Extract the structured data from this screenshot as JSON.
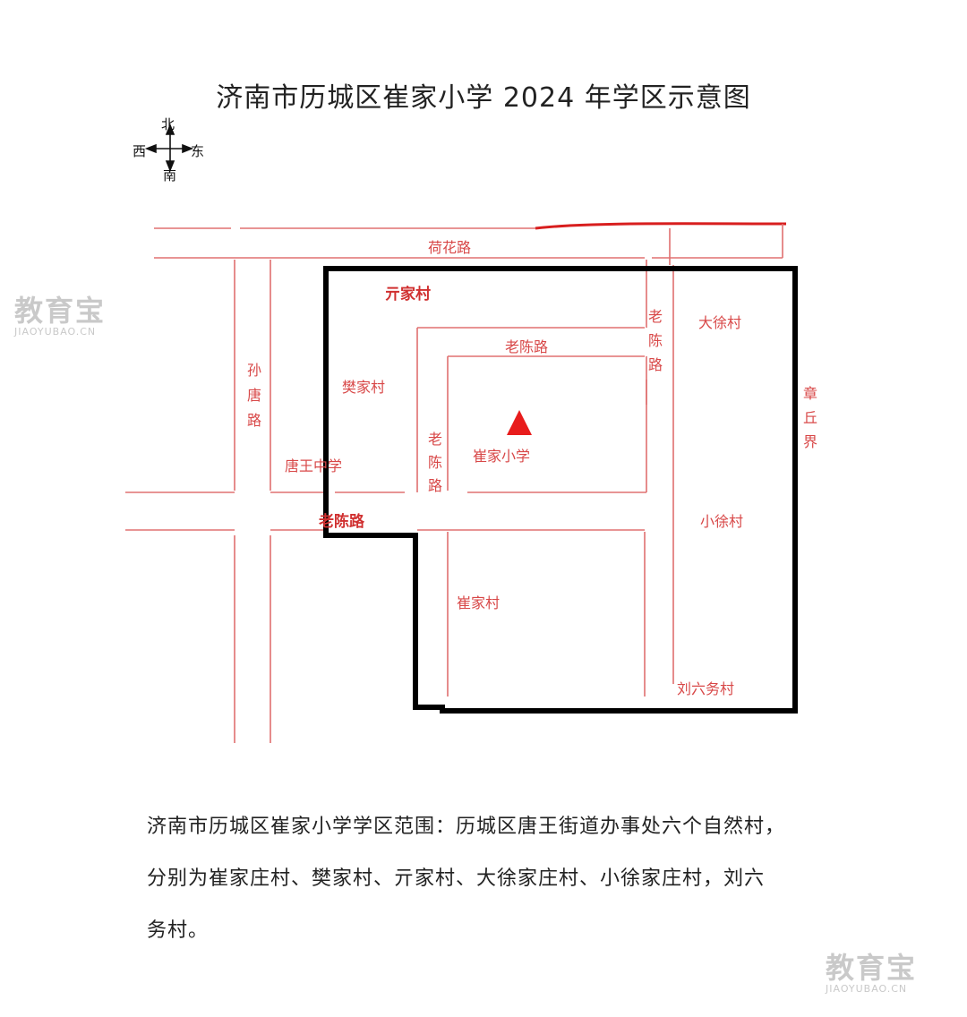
{
  "title": "济南市历城区崔家小学 2024 年学区示意图",
  "compass": {
    "north": "北",
    "south": "南",
    "east": "东",
    "west": "西"
  },
  "labels": {
    "hehua_road": "荷花路",
    "laochen_road_top": "老陈路",
    "laochen_road_right_1": "老",
    "laochen_road_right_2": "陈",
    "laochen_road_right_3": "路",
    "laochen_road_inner_1": "老",
    "laochen_road_inner_2": "陈",
    "laochen_road_inner_3": "路",
    "laochen_road_bottom": "老陈路",
    "suntang_road_1": "孙",
    "suntang_road_2": "唐",
    "suntang_road_3": "路",
    "zhangqiu_1": "章",
    "zhangqiu_2": "丘",
    "zhangqiu_3": "界",
    "qijia_village": "亓家村",
    "fanjia_village": "樊家村",
    "daxu_village": "大徐村",
    "xiaoxu_village": "小徐村",
    "cuijia_village": "崔家村",
    "liuliuwu_village": "刘六务村",
    "school": "崔家小学",
    "tangwang_middle_school": "唐王中学"
  },
  "description": {
    "line1": "济南市历城区崔家小学学区范围：历城区唐王街道办事处六个自然村，",
    "line2": "分别为崔家庄村、樊家村、亓家村、大徐家庄村、小徐家庄村，刘六",
    "line3": "务村。"
  },
  "watermark": {
    "brand": "教育宝",
    "domain": "JIAOYUBAO.CN"
  },
  "colors": {
    "road": "#e07070",
    "label": "#d84848",
    "boundary": "#000000",
    "school_marker": "#e81c1c",
    "strong_label": "#d03030"
  }
}
